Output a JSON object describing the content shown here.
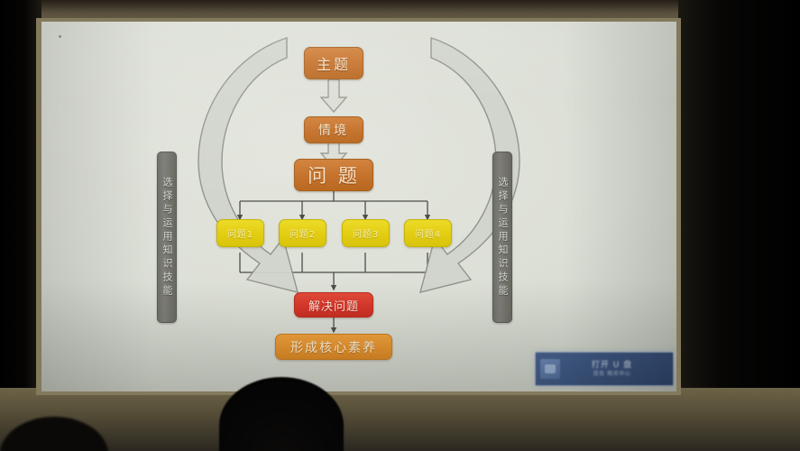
{
  "scene": {
    "description": "photo of a projection screen showing a Chinese instructional flow diagram",
    "screen_background_color": "#dcdfd6",
    "wall_color": "#0a0908"
  },
  "diagram": {
    "title_node": {
      "label": "主题",
      "color": "#c4702a"
    },
    "context_node": {
      "label": "情境",
      "color": "#c4702a"
    },
    "problem_node": {
      "label": "问 题",
      "color": "#c4702a"
    },
    "sub_problems": [
      {
        "label": "问题1",
        "color": "#e3cd12"
      },
      {
        "label": "问题2",
        "color": "#e3cd12"
      },
      {
        "label": "问题3",
        "color": "#e3cd12"
      },
      {
        "label": "问题4",
        "color": "#e3cd12"
      }
    ],
    "solve_node": {
      "label": "解决问题",
      "color": "#d8362a"
    },
    "outcome_node": {
      "label": "形成核心素养",
      "color": "#e8932c"
    },
    "side_labels": {
      "left": "选择与运用知识技能",
      "right": "选择与运用知识技能",
      "color": "#7e7e78"
    }
  },
  "watermark": {
    "line1": "打开 U 盘",
    "line2": "双击 相关中心",
    "accent_color": "#3a5582"
  }
}
